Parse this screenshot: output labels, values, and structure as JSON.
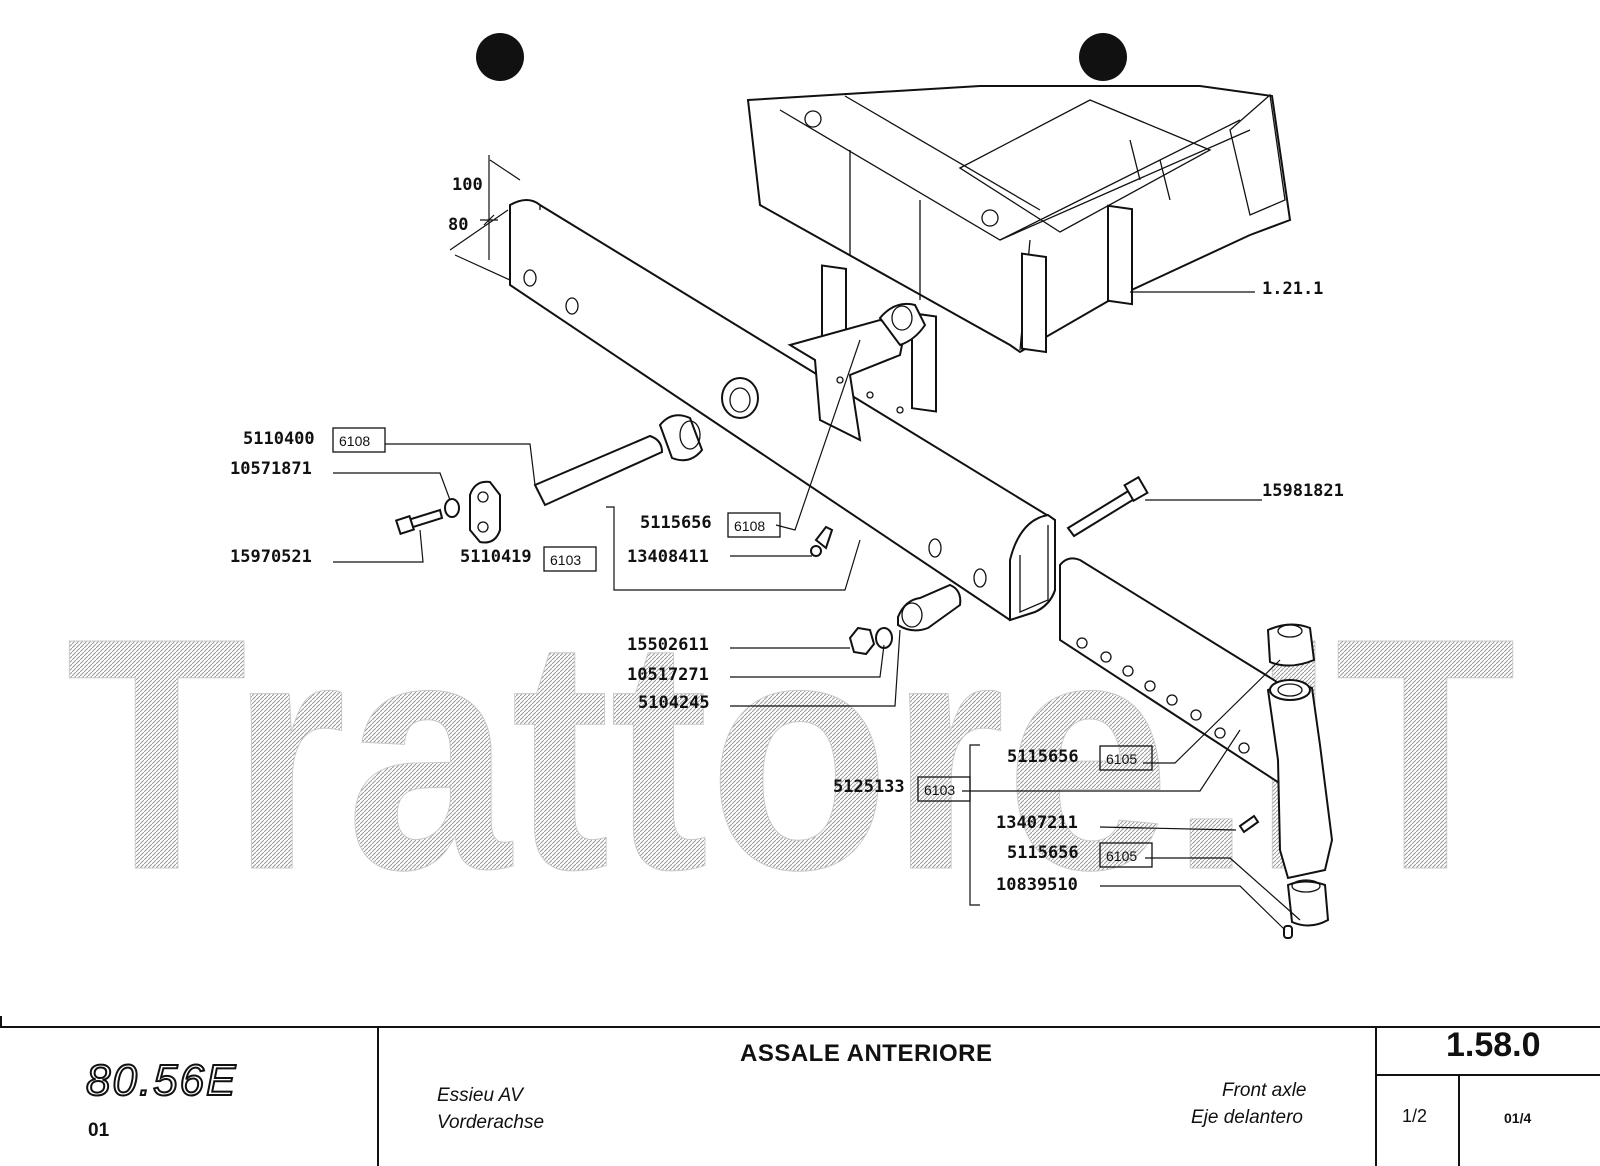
{
  "watermark": "Trattore.IT",
  "assembly_ref": "1.21.1",
  "parts": [
    {
      "number": "5110400",
      "ref": "6108"
    },
    {
      "number": "10571871",
      "ref": ""
    },
    {
      "number": "15970521",
      "ref": ""
    },
    {
      "number": "5115656",
      "ref": "6108"
    },
    {
      "number": "5110419",
      "ref": "6103"
    },
    {
      "number": "13408411",
      "ref": ""
    },
    {
      "number": "15981821",
      "ref": ""
    },
    {
      "number": "15502611",
      "ref": ""
    },
    {
      "number": "10517271",
      "ref": ""
    },
    {
      "number": "5104245",
      "ref": ""
    },
    {
      "number": "5115656",
      "ref": "6105"
    },
    {
      "number": "5125133",
      "ref": "6103"
    },
    {
      "number": "13407211",
      "ref": ""
    },
    {
      "number": "5115656",
      "ref": "6105"
    },
    {
      "number": "10839510",
      "ref": ""
    }
  ],
  "dimensions": {
    "upper": "100",
    "lower": "80"
  },
  "title_block": {
    "model": "80.56E",
    "variant": "01",
    "title_it": "ASSALE ANTERIORE",
    "title_fr": "Essieu AV",
    "title_de": "Vorderachse",
    "title_en": "Front axle",
    "title_es": "Eje delantero",
    "page_ref": "1.58.0",
    "sheet": "1/2",
    "issue": "01/4"
  }
}
